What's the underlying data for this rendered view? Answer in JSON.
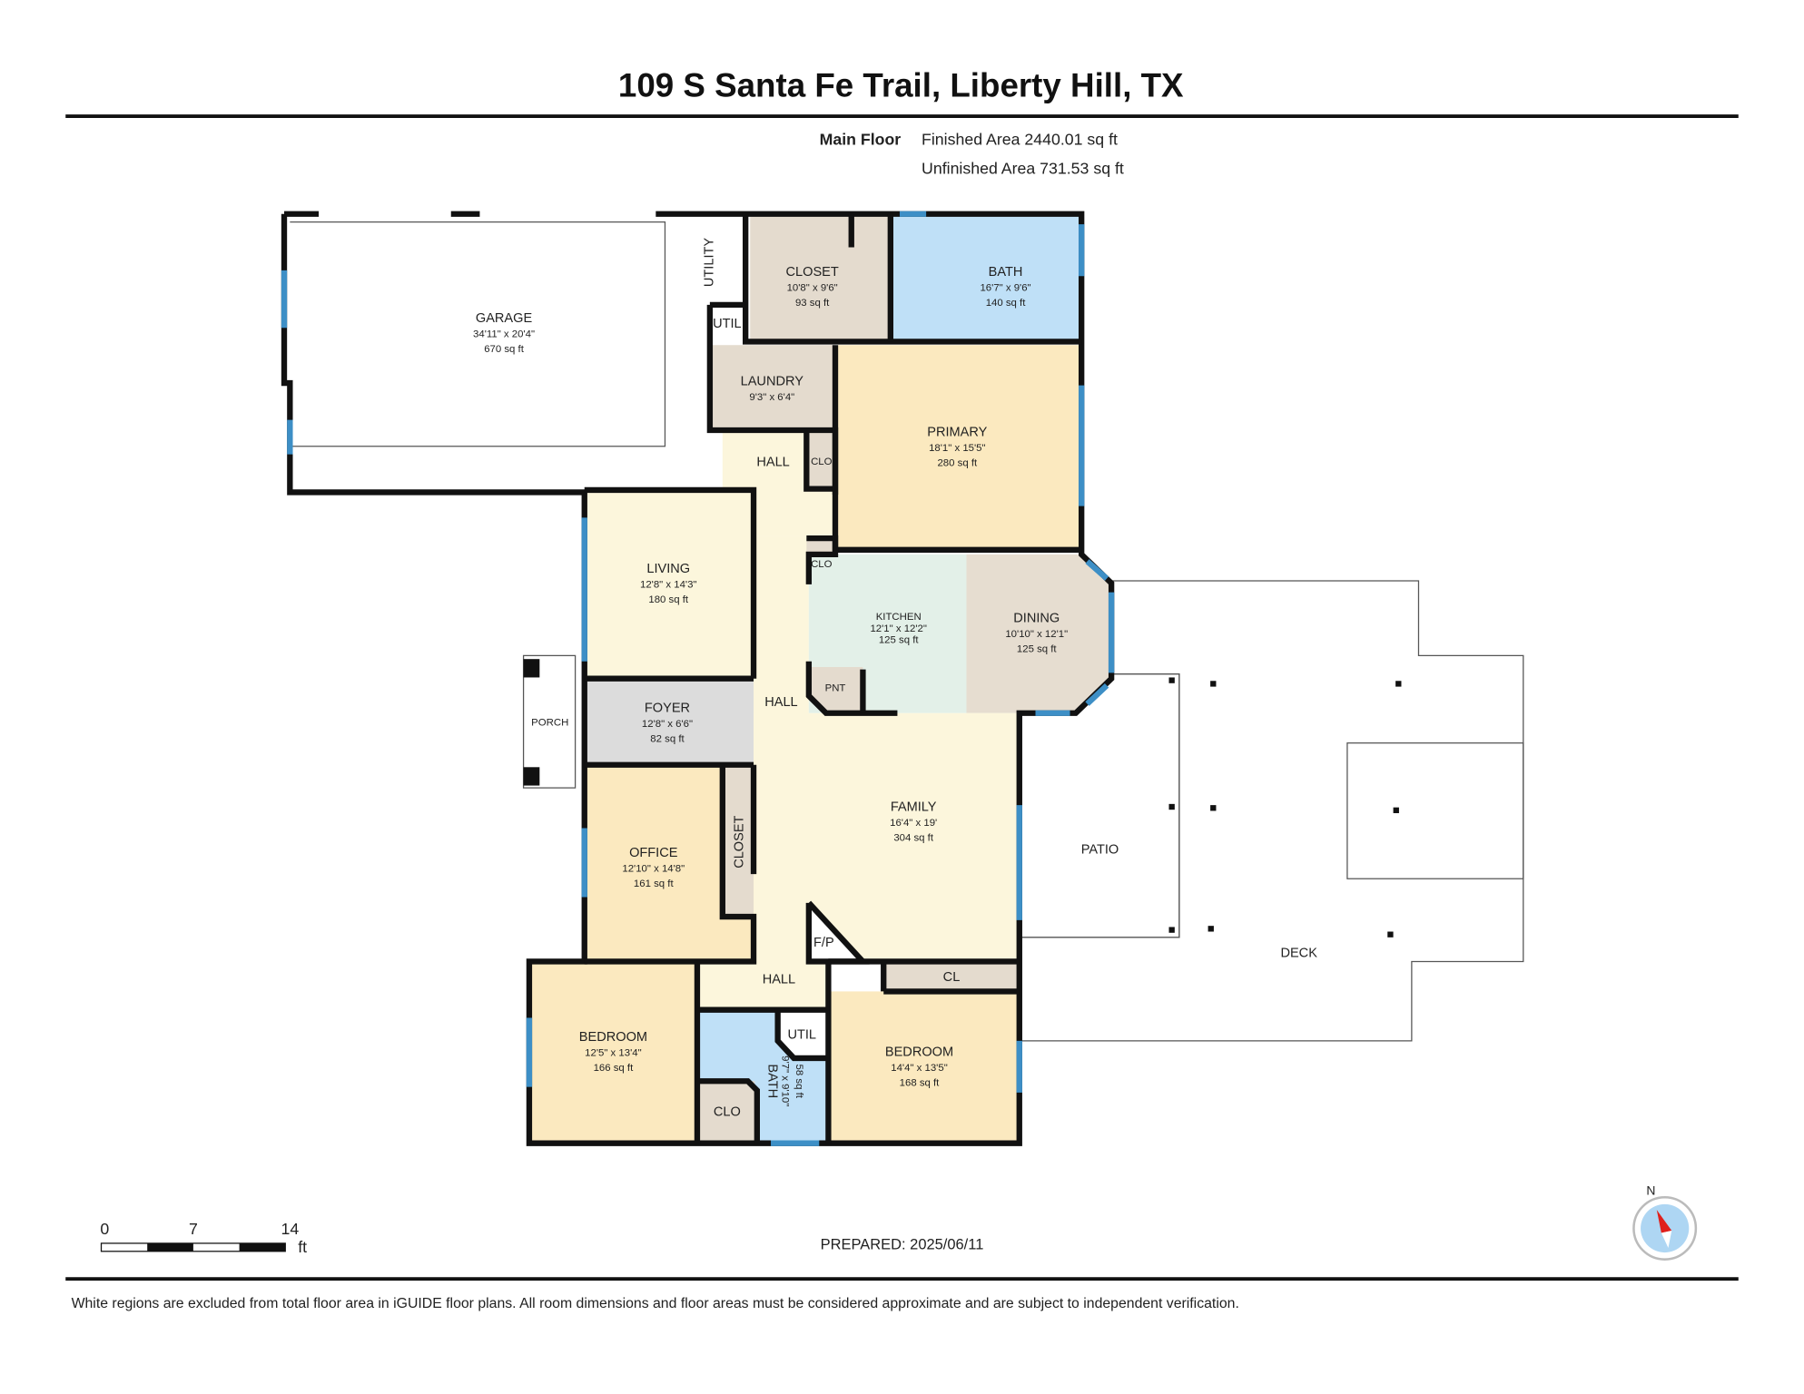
{
  "header": {
    "title": "109 S Santa Fe Trail, Liberty Hill, TX",
    "floor_label": "Main Floor",
    "finished_area": "Finished Area 2440.01 sq ft",
    "unfinished_area": "Unfinished Area 731.53 sq ft"
  },
  "rooms": {
    "garage": {
      "name": "GARAGE",
      "dims": "34'11\" x 20'4\"",
      "area": "670 sq ft"
    },
    "utility_top": {
      "name": "UTILITY"
    },
    "util_small": {
      "name": "UTIL"
    },
    "closet_top": {
      "name": "CLOSET",
      "dims": "10'8\" x 9'6\"",
      "area": "93 sq ft"
    },
    "bath_top": {
      "name": "BATH",
      "dims": "16'7\" x 9'6\"",
      "area": "140 sq ft"
    },
    "laundry": {
      "name": "LAUNDRY",
      "dims": "9'3\" x 6'4\""
    },
    "primary": {
      "name": "PRIMARY",
      "dims": "18'1\" x 15'5\"",
      "area": "280 sq ft"
    },
    "hall_top": {
      "name": "HALL"
    },
    "clo_1": {
      "name": "CLO"
    },
    "clo_2": {
      "name": "CLO"
    },
    "living": {
      "name": "LIVING",
      "dims": "12'8\" x 14'3\"",
      "area": "180 sq ft"
    },
    "kitchen": {
      "name": "KITCHEN",
      "dims": "12'1\" x 12'2\"",
      "area": "125 sq ft"
    },
    "dining": {
      "name": "DINING",
      "dims": "10'10\" x 12'1\"",
      "area": "125 sq ft"
    },
    "pantry": {
      "name": "PNT"
    },
    "porch": {
      "name": "PORCH"
    },
    "foyer": {
      "name": "FOYER",
      "dims": "12'8\" x 6'6\"",
      "area": "82 sq ft"
    },
    "hall_mid": {
      "name": "HALL"
    },
    "family": {
      "name": "FAMILY",
      "dims": "16'4\" x 19'",
      "area": "304 sq ft"
    },
    "office": {
      "name": "OFFICE",
      "dims": "12'10\" x 14'8\"",
      "area": "161 sq ft"
    },
    "closet_office": {
      "name": "CLOSET"
    },
    "fireplace": {
      "name": "F/P"
    },
    "hall_bottom": {
      "name": "HALL"
    },
    "cl": {
      "name": "CL"
    },
    "bedroom_left": {
      "name": "BEDROOM",
      "dims": "12'5\" x 13'4\"",
      "area": "166 sq ft"
    },
    "bath_bottom": {
      "name": "BATH",
      "dims": "9'7\" x 9'10\"",
      "area": "58 sq ft"
    },
    "util_bottom": {
      "name": "UTIL"
    },
    "clo_bottom": {
      "name": "CLO"
    },
    "bedroom_right": {
      "name": "BEDROOM",
      "dims": "14'4\" x 13'5\"",
      "area": "168 sq ft"
    },
    "patio": {
      "name": "PATIO"
    },
    "deck": {
      "name": "DECK"
    }
  },
  "scale_bar": {
    "ticks": [
      "0",
      "7",
      "14"
    ],
    "unit": "ft"
  },
  "prepared": "PREPARED: 2025/06/11",
  "compass": {
    "label": "N",
    "icon": "compass-icon"
  },
  "footer": "White regions are excluded from total floor area in iGUIDE floor plans. All room dimensions and floor areas must be considered approximate and are subject to independent verification.",
  "colors": {
    "bedroom": "#fbe9bf",
    "living": "#fcf6dc",
    "bath": "#bfe0f7",
    "closet": "#e4dbce",
    "kitchen": "#e3f0e8",
    "foyer": "#dcdcdc",
    "window": "#3d8fc6"
  }
}
